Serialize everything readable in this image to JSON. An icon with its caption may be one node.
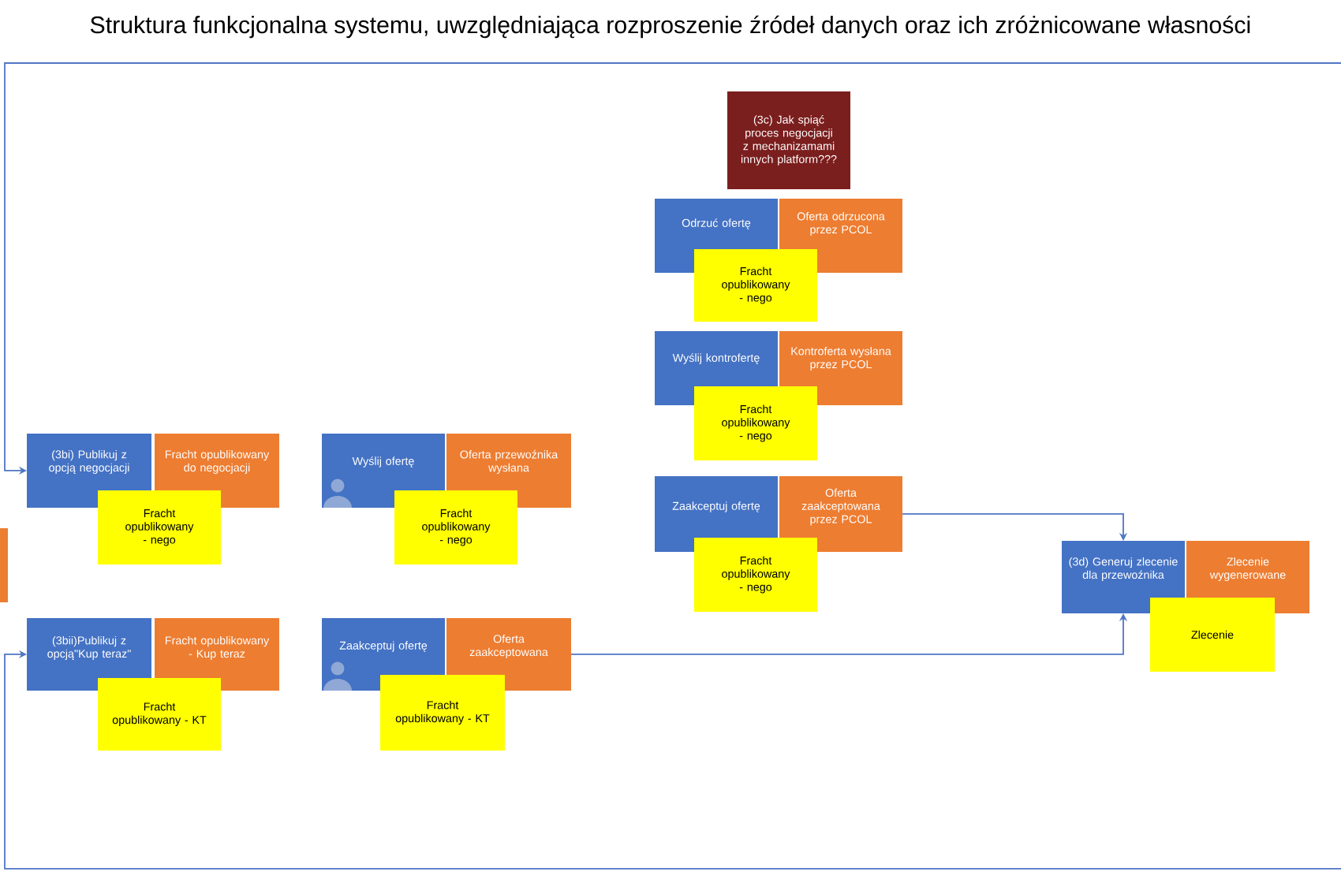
{
  "diagram": {
    "title": "Struktura funkcjonalna systemu, uwzględniająca rozproszenie źródeł danych oraz ich zróżnicowane własności",
    "nodes": [
      {
        "text": [
          "(3c) Jak spiąć proces negocjacji z mechanizamami innych platform???"
        ]
      },
      {
        "text": [
          "Odrzuć ofertę"
        ]
      },
      {
        "text": [
          "Oferta odrzucona przez PCOL"
        ]
      },
      {
        "text": [
          "Fracht opublikowany - nego"
        ]
      },
      {
        "text": [
          "Wyślij kontrofertę"
        ]
      },
      {
        "text": [
          "Kontroferta wysłana przez PCOL"
        ]
      },
      {
        "text": [
          "Fracht opublikowany - nego"
        ]
      },
      {
        "text": [
          "(3bi) Publikuj z opcją negocjacji"
        ]
      },
      {
        "text": [
          "Fracht opublikowany do negocjacji"
        ]
      },
      {
        "text": [
          "Fracht opublikowany - nego"
        ]
      },
      {
        "text": [
          "Wyślij ofertę"
        ]
      },
      {
        "text": [
          "Oferta przewoźnika wysłana"
        ]
      },
      {
        "text": [
          "Fracht opublikowany - nego"
        ]
      },
      {
        "text": [
          "Zaakceptuj ofertę"
        ]
      },
      {
        "text": [
          "Oferta zaakceptowana przez PCOL"
        ]
      },
      {
        "text": [
          "Fracht opublikowany - nego"
        ]
      },
      {
        "text": [
          "(3d) Generuj zlecenie dla przewoźnika"
        ]
      },
      {
        "text": [
          "Zlecenie wygenerowane"
        ]
      },
      {
        "text": [
          "Zlecenie"
        ]
      },
      {
        "text": [],
        "shape": "box"
      },
      {
        "text": [
          "(3bii)Publikuj z opcją\"Kup teraz\""
        ]
      },
      {
        "text": [
          "Fracht opublikowany - Kup teraz"
        ]
      },
      {
        "text": [
          "Fracht opublikowany - KT"
        ]
      },
      {
        "text": [
          "Zaakceptuj ofertę"
        ]
      },
      {
        "text": [
          "Oferta zaakceptowana"
        ]
      },
      {
        "text": [
          "Fracht opublikowany - KT"
        ]
      }
    ],
    "edges": [
      {
        "from": null,
        "to": 7,
        "arrow": "to"
      },
      {
        "from": 14,
        "to": 16,
        "arrow": "to"
      },
      {
        "from": null,
        "to": 20,
        "arrow": "to"
      },
      {
        "from": 24,
        "to": 16,
        "arrow": "to"
      }
    ]
  }
}
